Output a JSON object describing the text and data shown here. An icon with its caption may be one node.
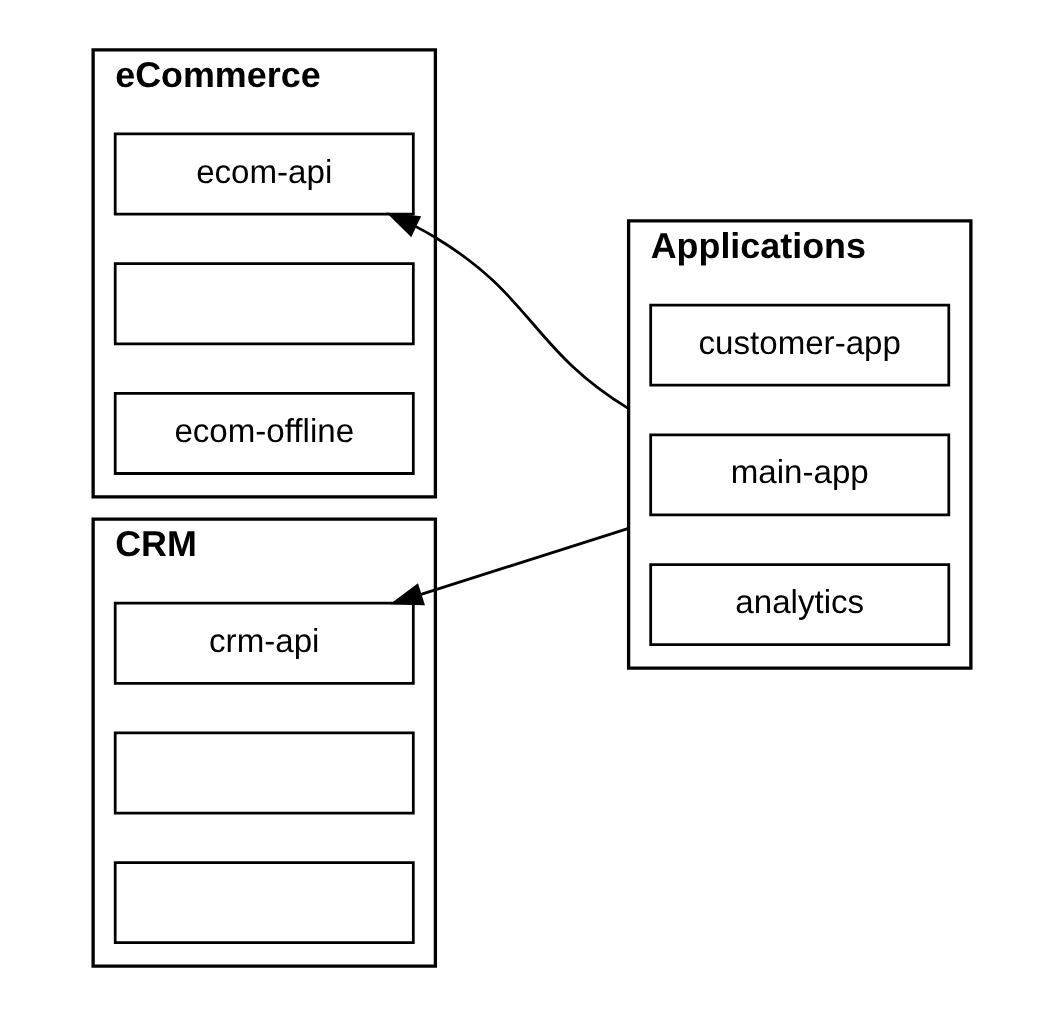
{
  "diagram": {
    "nodes": [
      {
        "text": [
          "eCommerce"
        ]
      },
      {
        "text": [
          "ecom-api"
        ],
        "in": 0
      },
      {
        "text": [],
        "shape": "box",
        "in": 0
      },
      {
        "text": [
          "ecom-offline"
        ],
        "in": 0
      },
      {
        "text": [
          "CRM"
        ]
      },
      {
        "text": [
          "crm-api"
        ],
        "in": 4
      },
      {
        "text": [],
        "shape": "box",
        "in": 4
      },
      {
        "text": [],
        "shape": "box",
        "in": 4
      },
      {
        "text": [
          "Applications"
        ]
      },
      {
        "text": [
          "customer-app"
        ],
        "in": 8
      },
      {
        "text": [
          "main-app"
        ],
        "in": 8
      },
      {
        "text": [
          "analytics"
        ],
        "in": 8
      }
    ],
    "edges": [
      {
        "from": 8,
        "to": 1,
        "arrow": "to"
      },
      {
        "from": 8,
        "to": 5,
        "arrow": "to"
      }
    ]
  }
}
